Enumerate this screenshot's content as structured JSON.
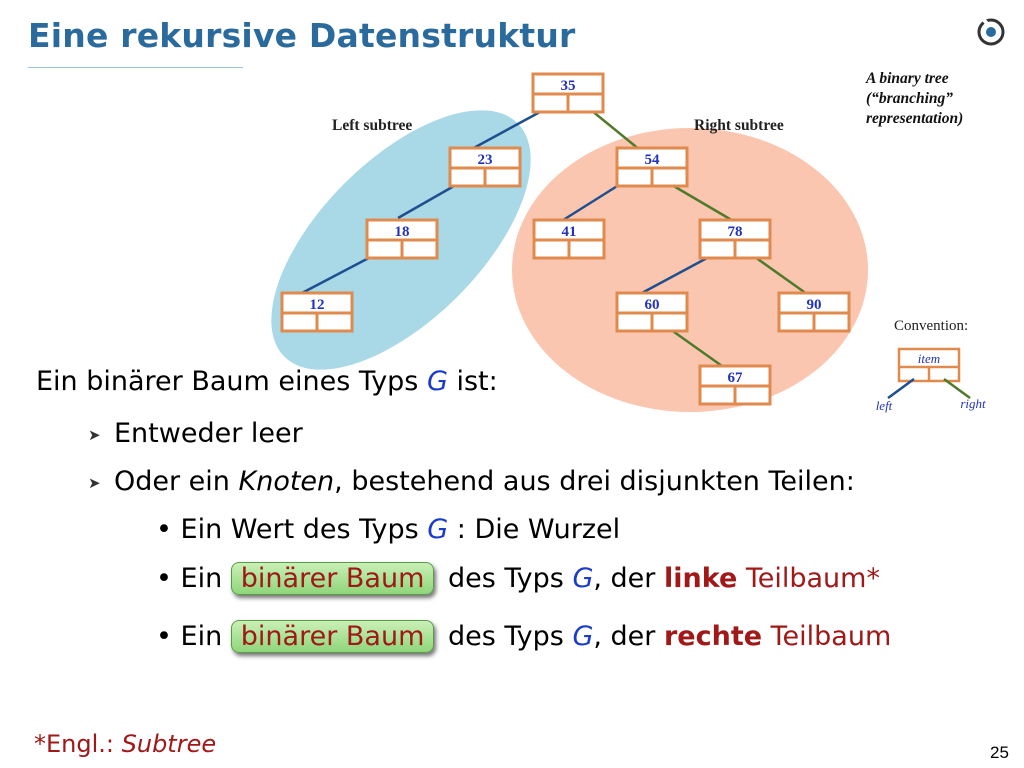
{
  "slide": {
    "title": "Eine rekursive Datenstruktur",
    "page_number": "25"
  },
  "figure": {
    "caption_lines": [
      "A binary tree",
      "(“branching”",
      "representation)"
    ],
    "left_subtree_label": "Left subtree",
    "right_subtree_label": "Right subtree",
    "nodes": [
      "35",
      "23",
      "54",
      "18",
      "41",
      "78",
      "12",
      "60",
      "90",
      "67"
    ],
    "convention": {
      "label": "Convention:",
      "item": "item",
      "left": "left",
      "right": "right"
    },
    "colors": {
      "node_border": "#e08a4e",
      "node_text": "#2233bb",
      "left_edge": "#1f4f8f",
      "right_edge": "#4f7a2a",
      "left_blob": "#a9d8e6",
      "right_blob": "#fbc6b0"
    }
  },
  "body": {
    "line0": {
      "a": "Ein binärer Baum eines Typs ",
      "g": "G",
      "b": " ist:"
    },
    "line1": {
      "text": "Entweder leer"
    },
    "line2": {
      "a": "Oder ein ",
      "knoten": "Knoten",
      "b": ", bestehend aus drei disjunkten Teilen:"
    },
    "line3": {
      "bullet": "•",
      "a": "Ein Wert des Typs ",
      "g": "G",
      "b": " : Die Wurzel"
    },
    "line4": {
      "bullet": "•",
      "a": "Ein ",
      "pill": "binärer Baum",
      "b": " des Typs ",
      "g": "G",
      "c": ", der ",
      "bold": "linke",
      "d": " Teilbaum*"
    },
    "line5": {
      "bullet": "•",
      "a": "Ein ",
      "pill": "binärer Baum",
      "b": " des Typs ",
      "g": "G",
      "c": ", der ",
      "bold": "rechte",
      "d": " Teilbaum"
    }
  },
  "footnote": {
    "a": "*Engl.: ",
    "b": "Subtree"
  }
}
